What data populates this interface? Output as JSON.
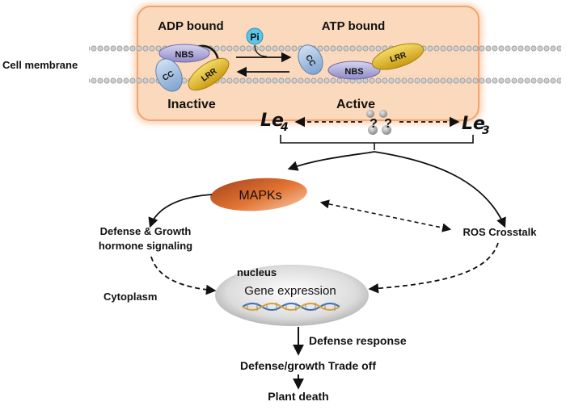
{
  "receptor": {
    "adp_label": "ADP bound",
    "atp_label": "ATP bound",
    "pi_label": "Pi",
    "membrane_label": "Cell membrane",
    "inactive_label": "Inactive",
    "active_label": "Active",
    "domains": {
      "nbs": "NBS",
      "cc": "CC",
      "lrr": "LRR"
    }
  },
  "genes": {
    "le4_base": "Le",
    "le4_sub": "4",
    "le3_base": "Le",
    "le3_sub": "3",
    "unknown1": "?",
    "unknown2": "?"
  },
  "pathway": {
    "mapks": "MAPKs",
    "hormone_line1": "Defense  & Growth",
    "hormone_line2": "hormone signaling",
    "ros": "ROS Crosstalk",
    "cytoplasm": "Cytoplasm",
    "nucleus": "nucleus",
    "gene_expression": "Gene expression",
    "defense_response": "Defense response",
    "tradeoff": "Defense/growth Trade off",
    "death": "Plant death"
  },
  "colors": {
    "orange_box": "#fbd7b8",
    "mapks": "#d9662a",
    "nbs": "#b9b6de",
    "cc": "#a9c4e2",
    "lrr": "#e9c22b",
    "pi": "#5cc6e8"
  }
}
